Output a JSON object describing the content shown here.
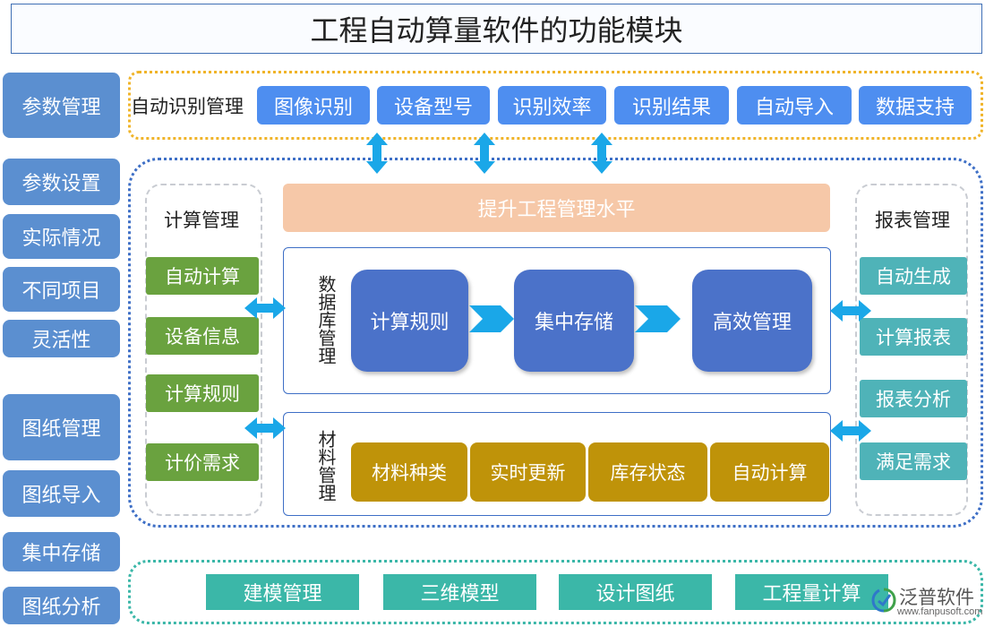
{
  "title": "工程自动算量软件的功能模块",
  "sidebar": {
    "items": [
      "参数管理",
      "参数设置",
      "实际情况",
      "不同项目",
      "灵活性",
      "图纸管理",
      "图纸导入",
      "集中存储",
      "图纸分析"
    ]
  },
  "auto_recognition": {
    "label": "自动识别管理",
    "items": [
      "图像识别",
      "设备型号",
      "识别效率",
      "识别结果",
      "自动导入",
      "数据支持"
    ]
  },
  "calc_management": {
    "title": "计算管理",
    "items": [
      "自动计算",
      "设备信息",
      "计算规则",
      "计价需求"
    ]
  },
  "report_management": {
    "title": "报表管理",
    "items": [
      "自动生成",
      "计算报表",
      "报表分析",
      "满足需求"
    ]
  },
  "banner": "提升工程管理水平",
  "database": {
    "label": "数据库管理",
    "items": [
      "计算规则",
      "集中存储",
      "高效管理"
    ]
  },
  "material": {
    "label": "材料管理",
    "items": [
      "材料种类",
      "实时更新",
      "库存状态",
      "自动计算"
    ]
  },
  "bottom": {
    "items": [
      "建模管理",
      "三维模型",
      "设计图纸",
      "工程量计算"
    ]
  },
  "logo": {
    "name": "泛普软件",
    "url": "www.fanpusoft.com"
  },
  "colors": {
    "sidebar": "#5b8fd0",
    "top_buttons": "#4e8ef0",
    "calc_green": "#6aa23f",
    "report_teal": "#4fb3b8",
    "banner": "#f6c8a8",
    "database_blue": "#4b72c9",
    "material_gold": "#bf9309",
    "bottom_teal": "#3bb7a8",
    "arrows": "#1aa7e8"
  }
}
